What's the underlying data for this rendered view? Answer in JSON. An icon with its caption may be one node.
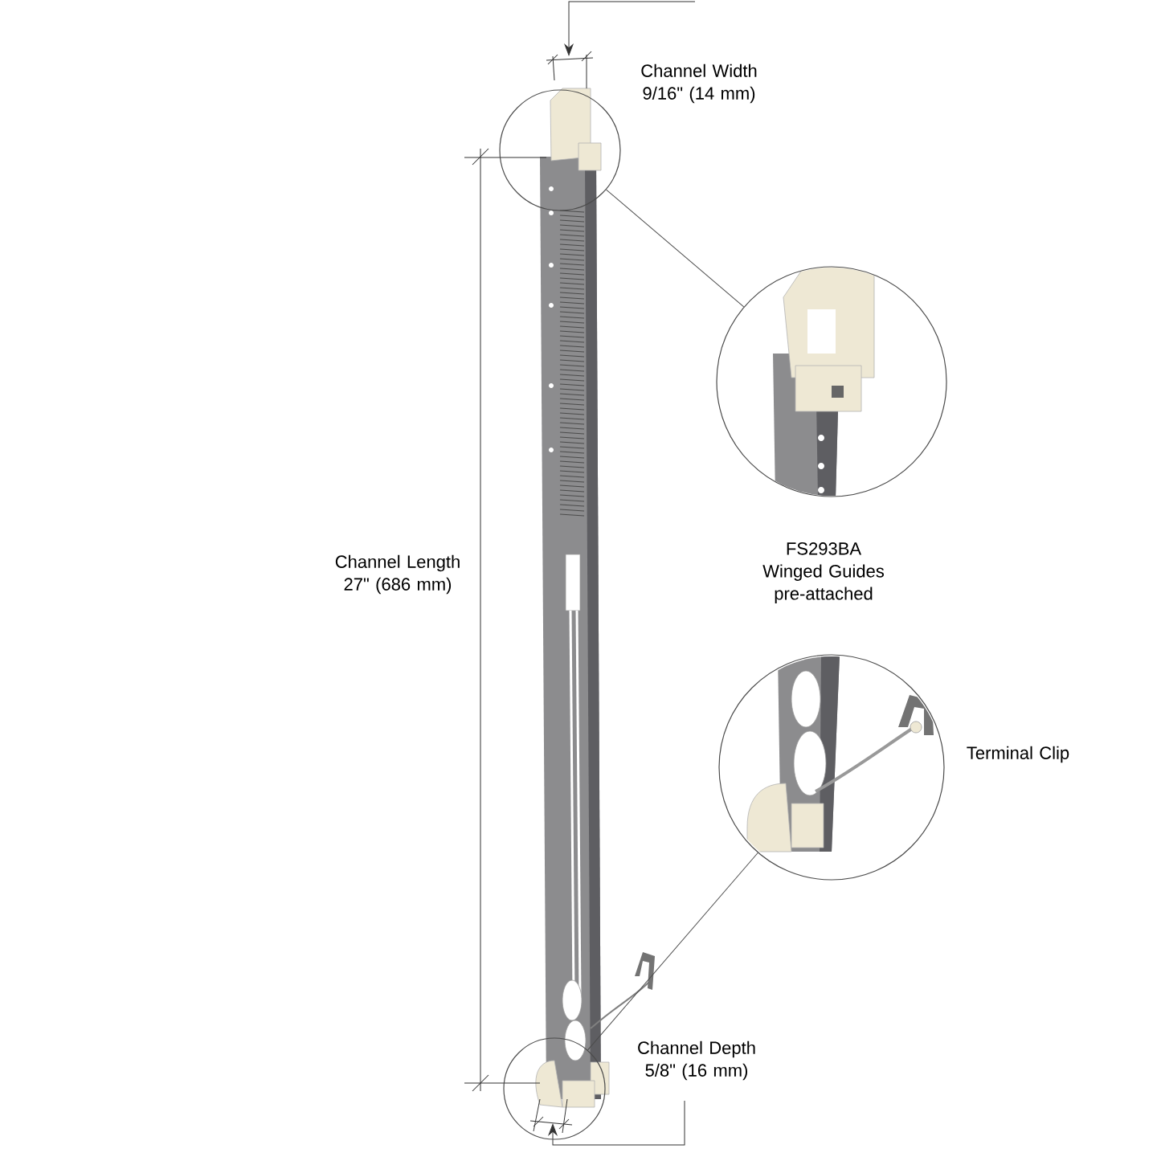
{
  "diagram": {
    "nodes": [
      {
        "text": [],
        "shape": "circle"
      },
      {
        "text": [],
        "shape": "circle"
      },
      {
        "text": [],
        "shape": "circle"
      },
      {
        "text": [],
        "shape": "circle",
        "beside": [
          "Terminal Clip"
        ]
      }
    ],
    "edges": [
      {
        "from": 0,
        "to": 1,
        "arrow": "none"
      },
      {
        "from": 2,
        "to": 3,
        "arrow": "none"
      }
    ],
    "labels": [
      "Channel Width 9/16\" (14 mm)",
      "Channel Length 27\" (686 mm)",
      "FS293BA Winged Guides pre-attached",
      "Channel Depth 5/8\" (16 mm)"
    ]
  }
}
